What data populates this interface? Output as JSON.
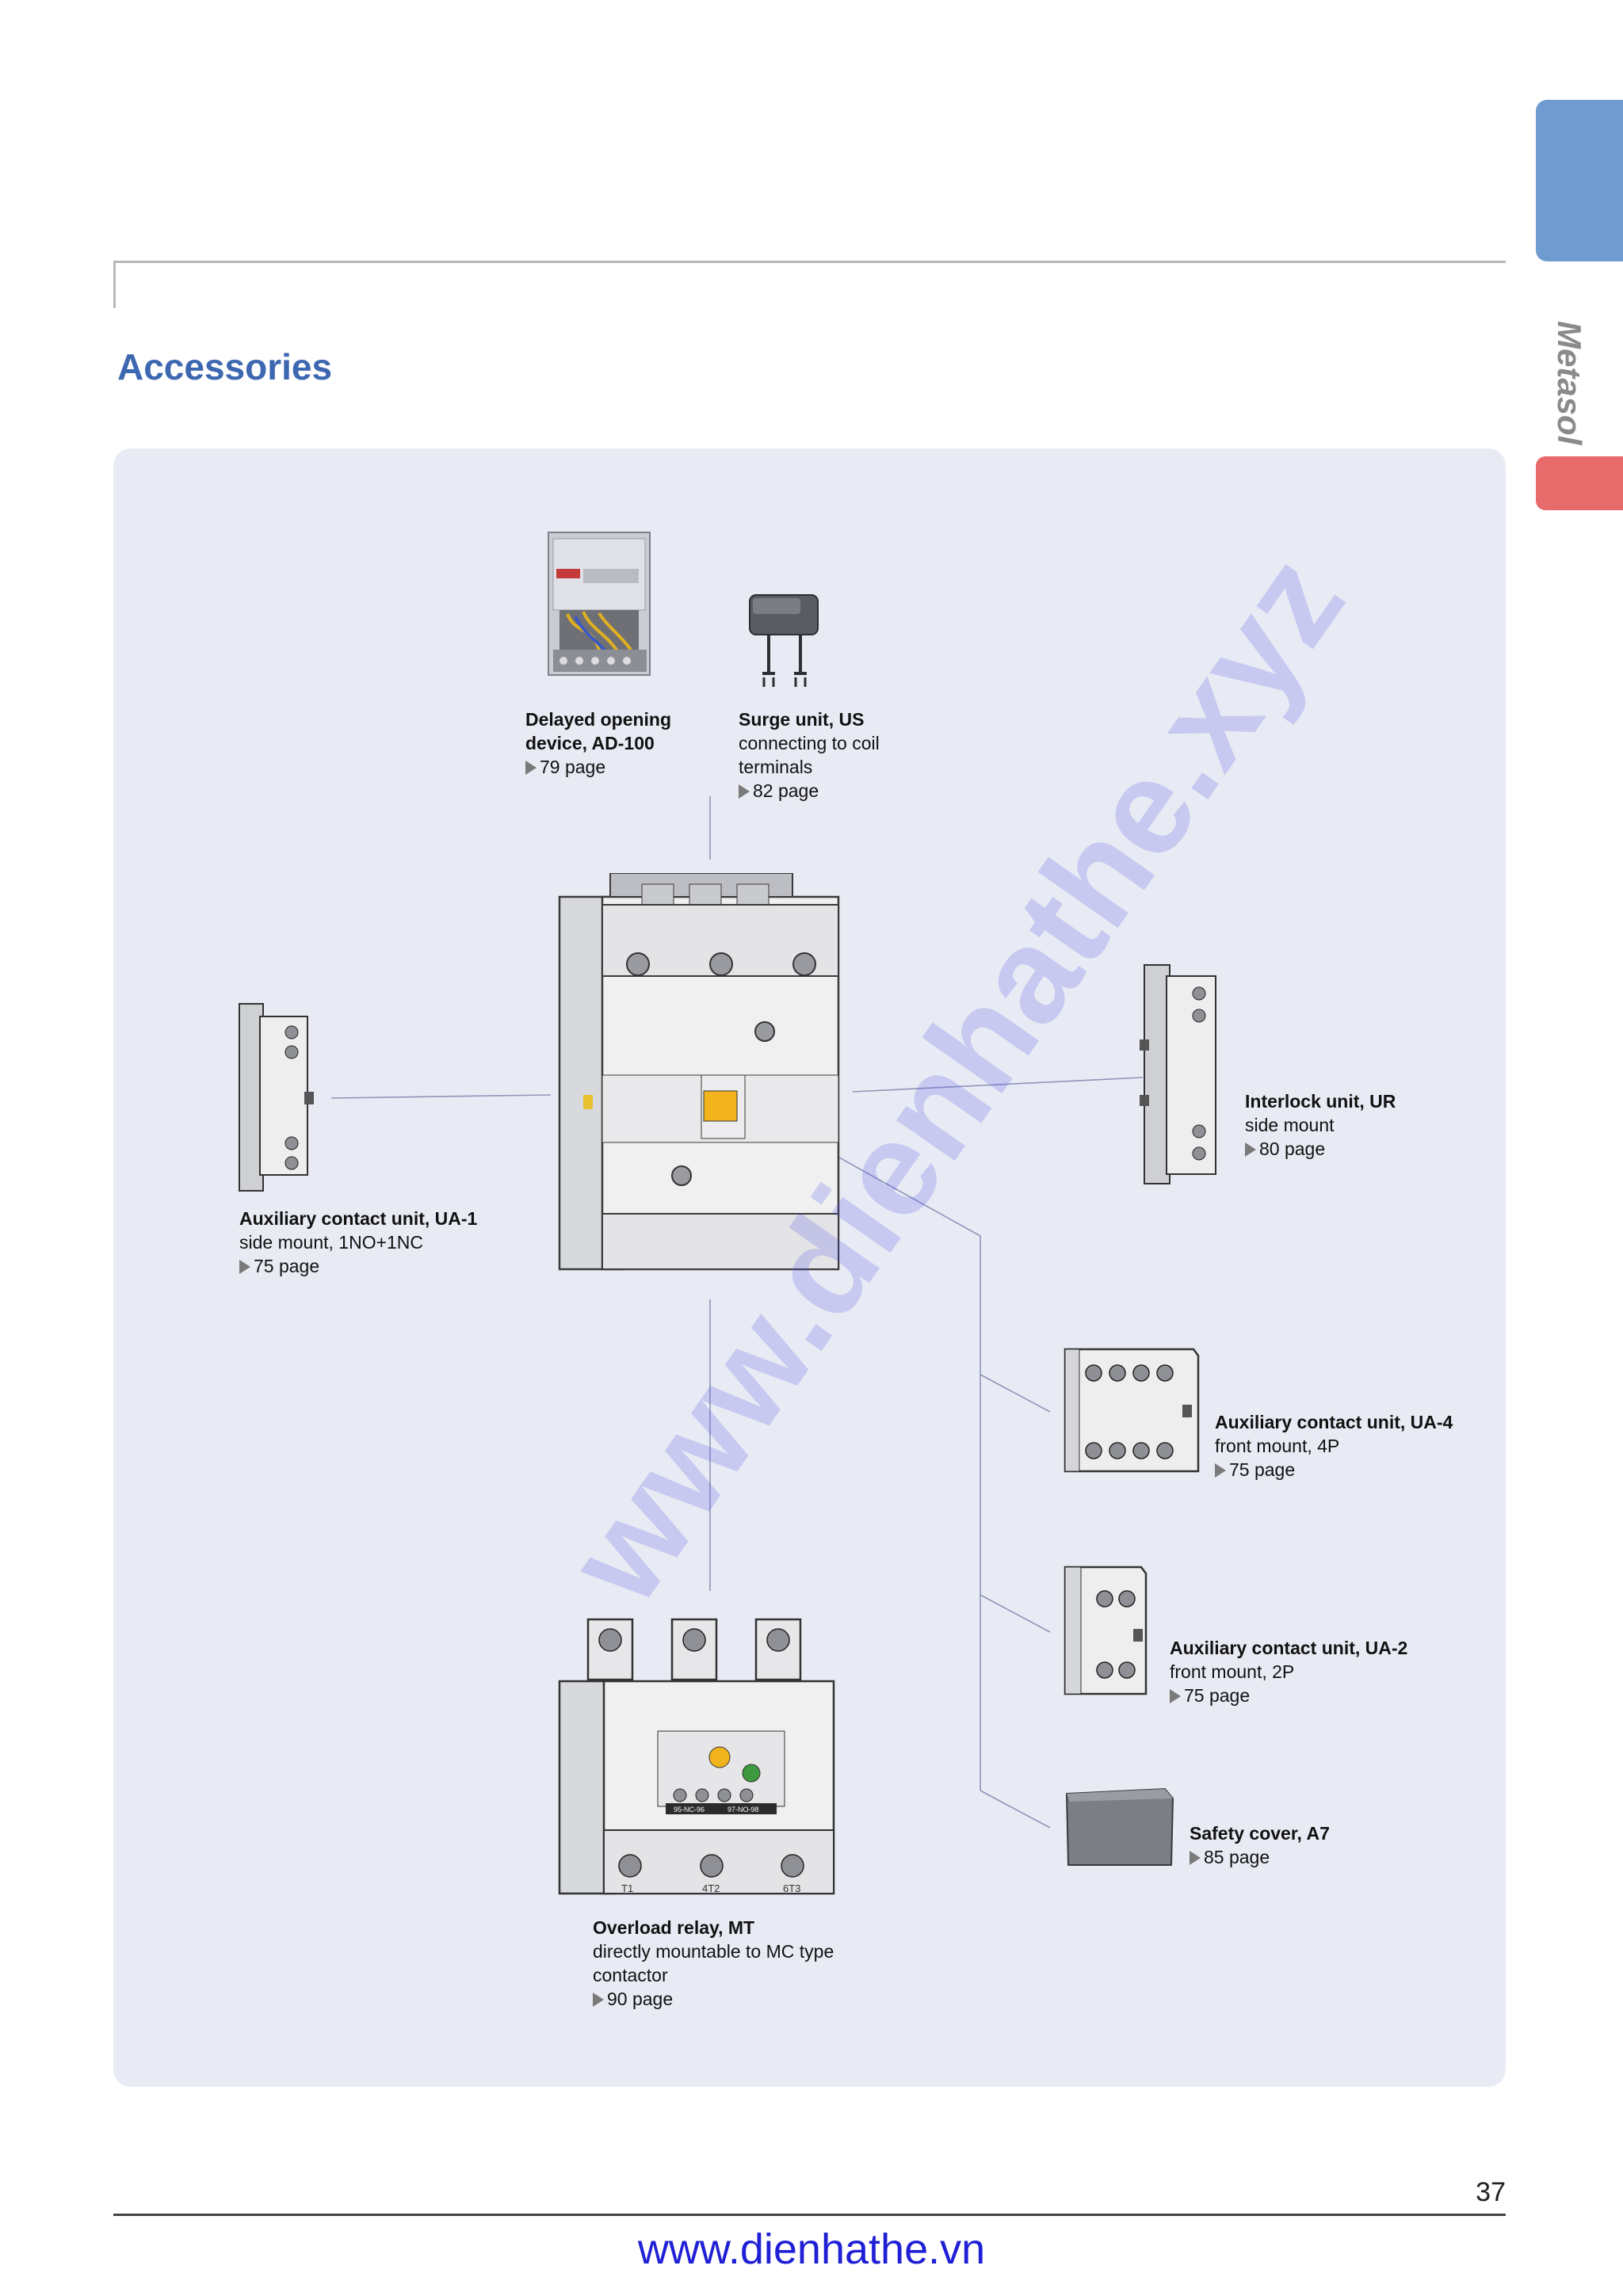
{
  "section_title": "Accessories",
  "side_brand": "Metasol",
  "page_number": "37",
  "footer_url": "www.dienhathe.vn",
  "watermark": "www.dienhathe.xyz",
  "accent_colors": {
    "title_blue": "#3d67b1",
    "tab_blue": "#6f9bd0",
    "tab_red": "#e86b6b",
    "panel_bg": "#e9ebf4",
    "footer_link": "#1f1fd6"
  },
  "accessories": {
    "delayed": {
      "title": "Delayed opening",
      "title2": "device, AD-100",
      "page": "79 page"
    },
    "surge": {
      "title": "Surge unit, US",
      "desc1": "connecting to coil",
      "desc2": "terminals",
      "page": "82 page"
    },
    "ua1": {
      "title": "Auxiliary contact unit, UA-1",
      "desc1": "side mount, 1NO+1NC",
      "page": "75 page"
    },
    "ur": {
      "title": "Interlock unit, UR",
      "desc1": "side mount",
      "page": "80 page"
    },
    "ua4": {
      "title": "Auxiliary contact unit, UA-4",
      "desc1": "front mount, 4P",
      "page": "75 page"
    },
    "ua2": {
      "title": "Auxiliary contact unit, UA-2",
      "desc1": "front mount, 2P",
      "page": "75 page"
    },
    "a7": {
      "title": "Safety cover, A7",
      "page": "85 page"
    },
    "mt": {
      "title": "Overload relay, MT",
      "desc1": "directly mountable to MC type",
      "desc2": "contactor",
      "page": "90 page"
    }
  },
  "overload_relay_labels": {
    "contact_a": "95-NC-96",
    "contact_b": "97-NO-98",
    "t1": "T1",
    "t2": "4T2",
    "t3": "6T3"
  },
  "icons": [
    "contactor-image",
    "overload-relay-image",
    "ad100-image",
    "surge-unit-image",
    "ua1-image",
    "ur-image",
    "ua4-image",
    "ua2-image",
    "safety-cover-image",
    "play-triangle-icon"
  ]
}
